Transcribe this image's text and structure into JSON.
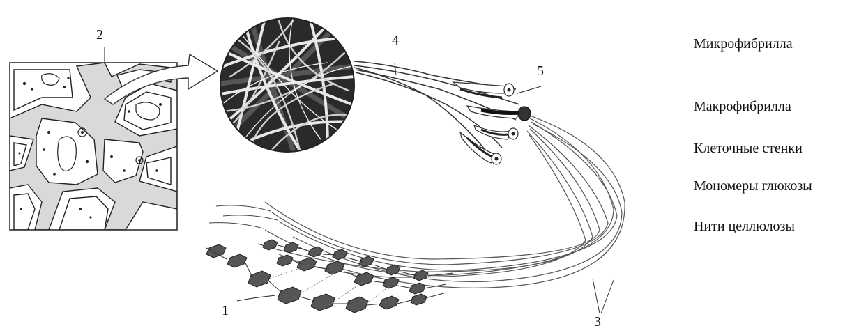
{
  "callouts": {
    "c1": "1",
    "c2": "2",
    "c3": "3",
    "c4": "4",
    "c5": "5"
  },
  "legend": [
    "Микрофибрилла",
    "Макрофибрилла",
    "Клеточные стенки",
    "Мономеры глюкозы",
    "Нити целлюлозы"
  ],
  "colors": {
    "ink": "#111111",
    "cell_wall_fill": "#d9d9d9",
    "micrograph_bg": "#2a2a2a",
    "fiber_light": "#e8e8e8"
  }
}
